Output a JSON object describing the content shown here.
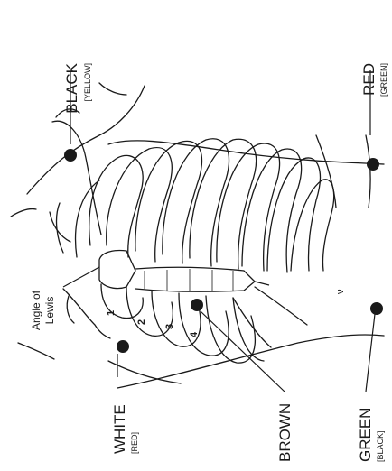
{
  "diagram": {
    "ink_color": "#1a1a1a",
    "paper_color": "#ffffff",
    "orientation": "rotated 90 degrees counter-clockwise",
    "electrodes": [
      {
        "id": "black",
        "label": "BLACK",
        "alt_label": "[YELLOW]"
      },
      {
        "id": "red",
        "label": "RED",
        "alt_label": "[GREEN]"
      },
      {
        "id": "white",
        "label": "WHITE",
        "alt_label": "[RED]"
      },
      {
        "id": "brown",
        "label": "BROWN",
        "alt_label": ""
      },
      {
        "id": "green",
        "label": "GREEN",
        "alt_label": "[BLACK]"
      }
    ],
    "landmark": {
      "line1": "Angle of",
      "line2": "Lewis"
    },
    "rib_numbers": [
      "1",
      "2",
      "3",
      "4"
    ],
    "stray_mark": "ν"
  }
}
